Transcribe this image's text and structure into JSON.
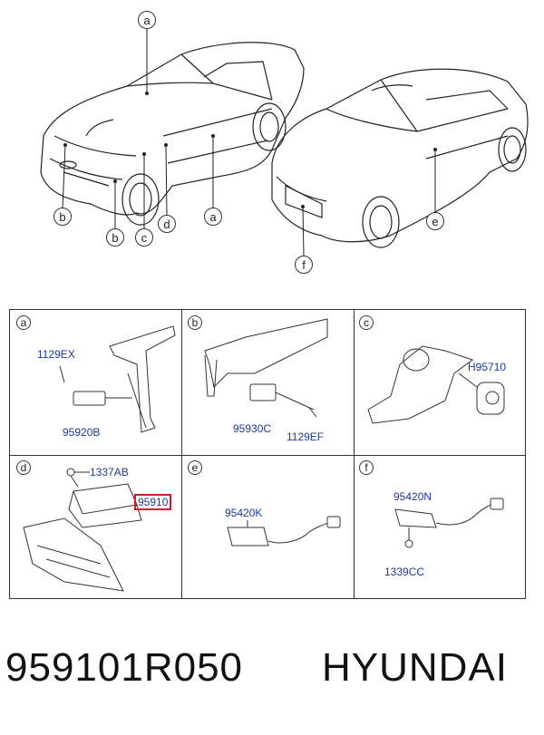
{
  "callouts_top": {
    "a_top": "a",
    "b_left": "b",
    "b_mid": "b",
    "c": "c",
    "d": "d",
    "a_right": "a",
    "e": "e",
    "f": "f"
  },
  "cells": {
    "a": {
      "letter": "a",
      "parts": [
        "1129EX",
        "95920B"
      ]
    },
    "b": {
      "letter": "b",
      "parts": [
        "95930C",
        "1129EF"
      ]
    },
    "c": {
      "letter": "c",
      "parts": [
        "H95710"
      ]
    },
    "d": {
      "letter": "d",
      "parts": [
        "1337AB",
        "95910"
      ]
    },
    "e": {
      "letter": "e",
      "parts": [
        "95420K"
      ]
    },
    "f": {
      "letter": "f",
      "parts": [
        "95420N",
        "1339CC"
      ]
    }
  },
  "footer": {
    "part_number": "959101R050",
    "brand": "HYUNDAI"
  },
  "colors": {
    "part_label": "#1a3a9c",
    "highlight": "#d21e2a",
    "line": "#333333"
  }
}
